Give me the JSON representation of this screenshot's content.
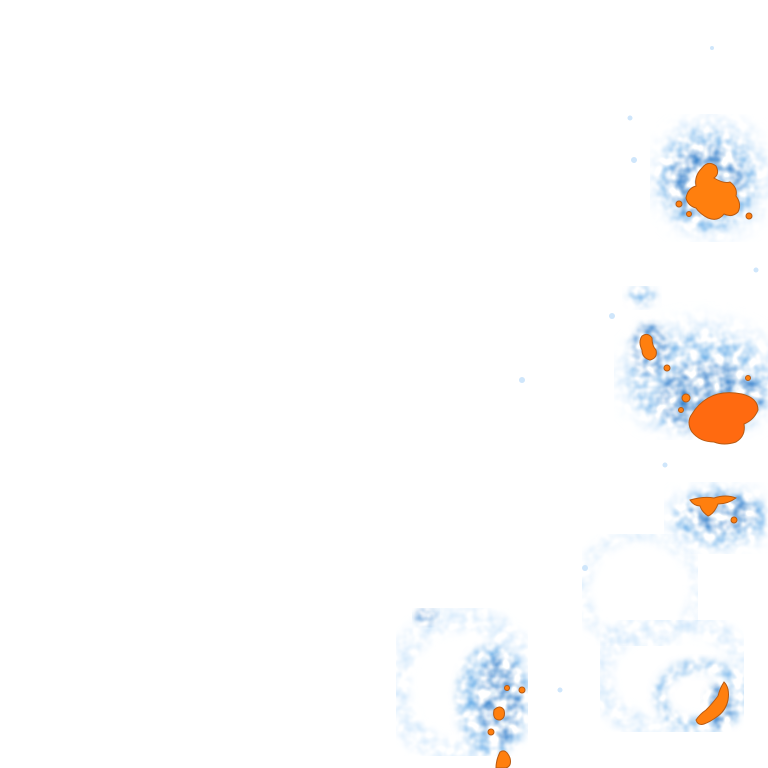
{
  "image": {
    "kind": "intensity-heatmap-overlay",
    "background": "#ffffff",
    "colors": {
      "low": "#cfe6fb",
      "mid": "#6aaee8",
      "high": "#1f6fc4",
      "peak": "#ff7f0e",
      "peak_core": "#ff6a10",
      "peak_edge": "#b85a12"
    },
    "regions": [
      {
        "name": "upper-right-blob",
        "has_peak": true
      },
      {
        "name": "middle-right-blob",
        "has_peak": true
      },
      {
        "name": "lower-right-small-blob",
        "has_peak": true
      },
      {
        "name": "bottom-center-ring",
        "has_peak": true
      },
      {
        "name": "bottom-right-ring",
        "has_peak": true
      },
      {
        "name": "faint-center-ring",
        "has_peak": false
      }
    ]
  }
}
